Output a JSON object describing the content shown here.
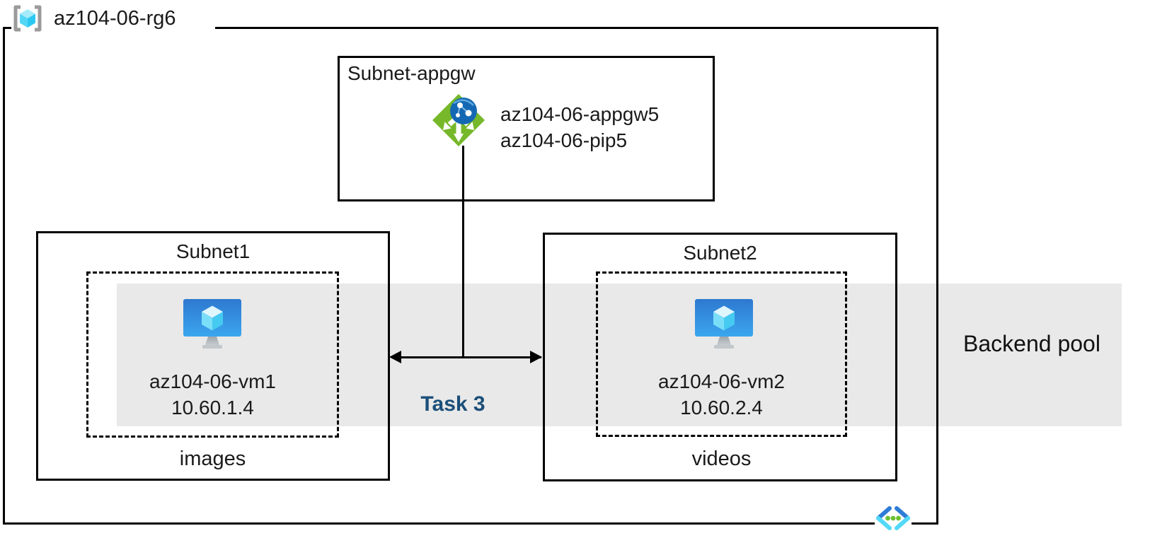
{
  "diagram": {
    "resource_group": {
      "label": "az104-06-rg6",
      "icon": "resource-group-icon"
    },
    "appgw_subnet": {
      "title": "Subnet-appgw",
      "gateway_name": "az104-06-appgw5",
      "public_ip_name": "az104-06-pip5",
      "icon": "application-gateway-icon"
    },
    "subnet1": {
      "title": "Subnet1",
      "vm_name": "az104-06-vm1",
      "vm_ip": "10.60.1.4",
      "caption": "images",
      "icon": "virtual-machine-icon"
    },
    "subnet2": {
      "title": "Subnet2",
      "vm_name": "az104-06-vm2",
      "vm_ip": "10.60.2.4",
      "caption": "videos",
      "icon": "virtual-machine-icon"
    },
    "backend_pool": {
      "label": "Backend pool"
    },
    "task": {
      "label": "Task 3"
    },
    "vnet_icon": "virtual-network-icon",
    "colors": {
      "backend_band": "#E9E9E9",
      "task_label": "#1B4E79",
      "appgw_green": "#76B82A",
      "globe_blue": "#1468B3",
      "vm_screen_top": "#2E79D0",
      "vm_screen_bottom": "#3BA6EE",
      "cube_cyan": "#45CAF1",
      "rg_bracket_gray": "#9B9B9B",
      "vnet_blue": "#2E7CD6",
      "vnet_cyan": "#53D9F8",
      "vnet_dot_green": "#6CBF33",
      "border_black": "#000000"
    }
  }
}
